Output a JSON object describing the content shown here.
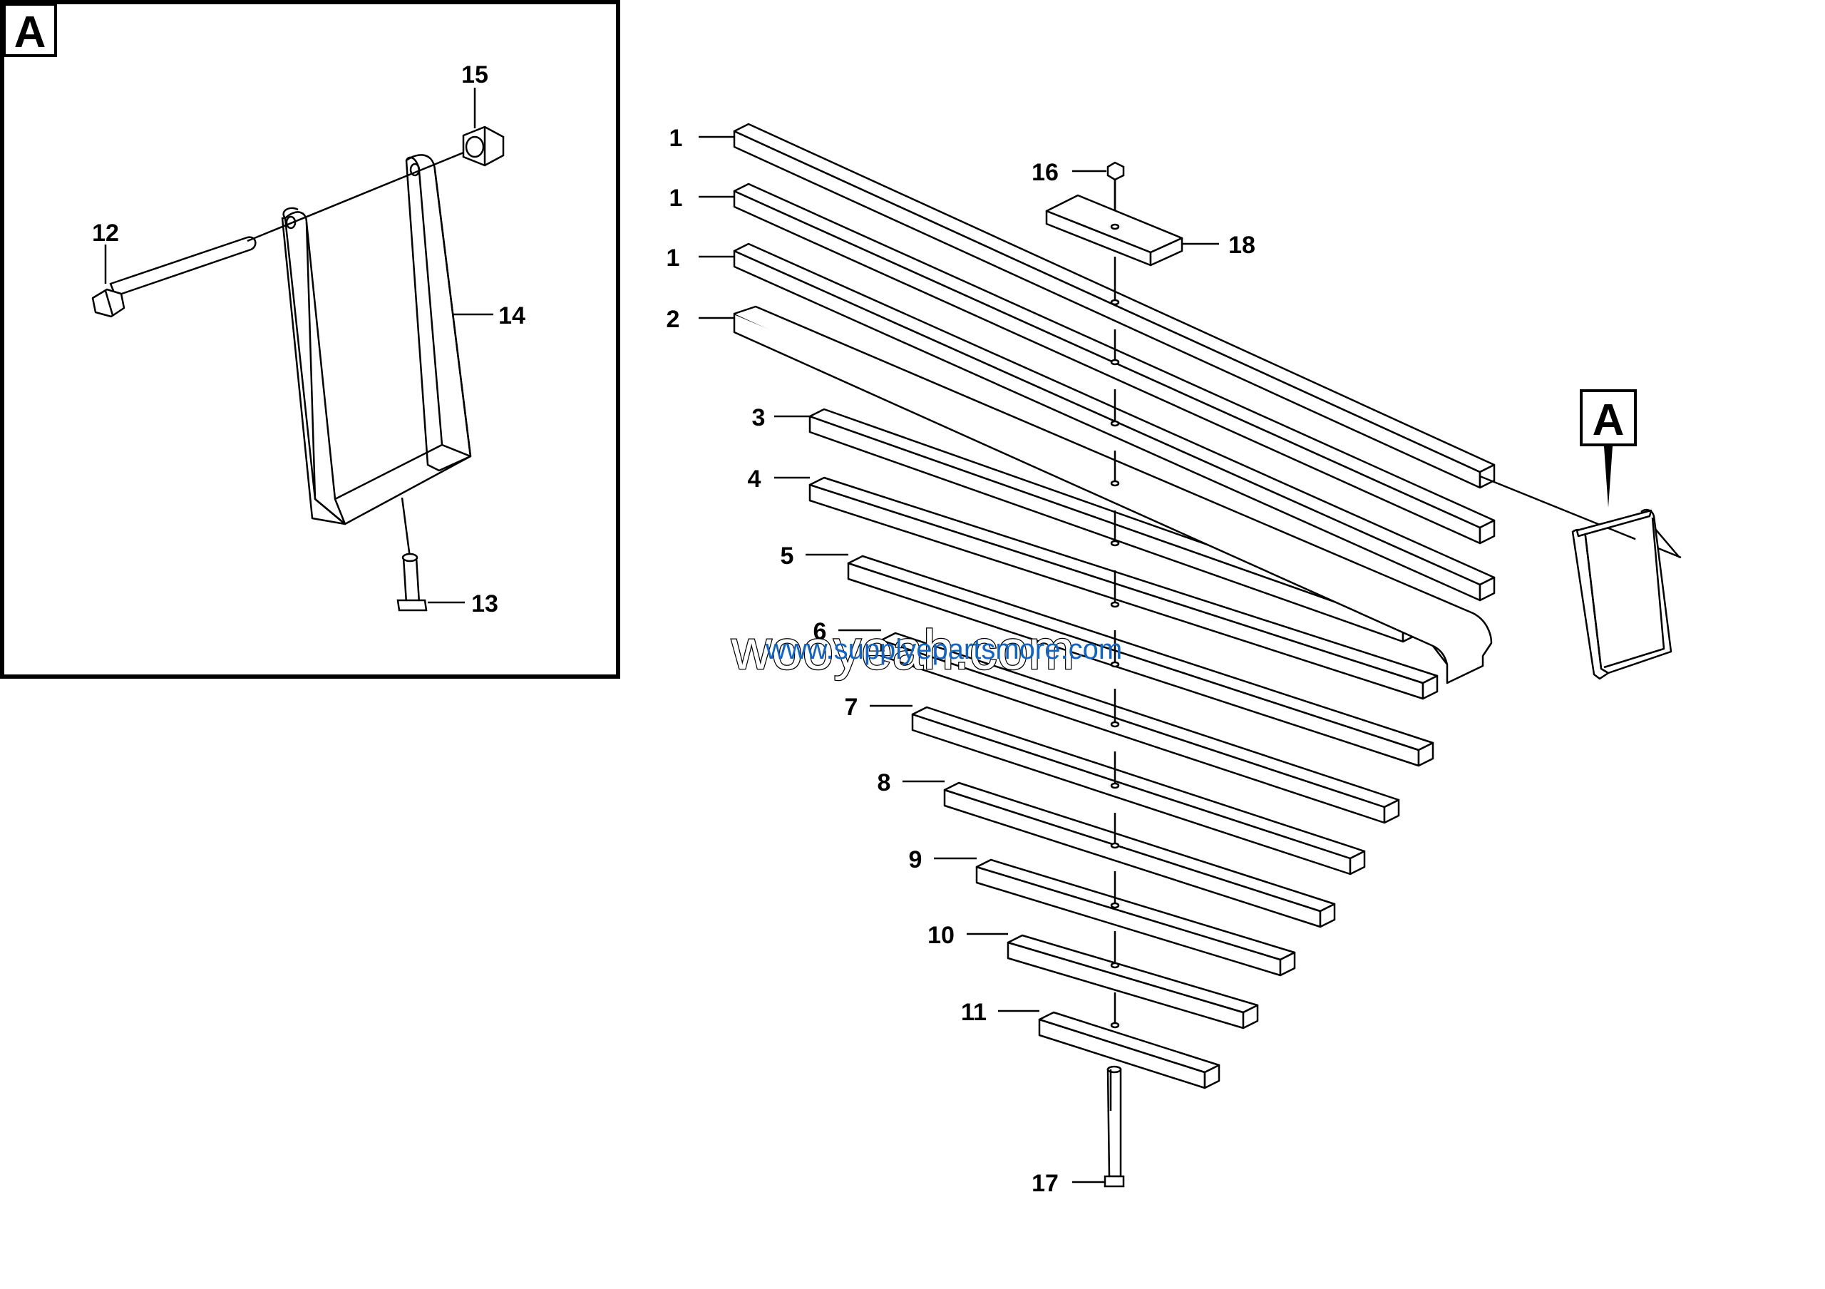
{
  "detail_badge": "A",
  "callout_badge": "A",
  "callouts": [
    {
      "id": "c1a",
      "text": "1"
    },
    {
      "id": "c1b",
      "text": "1"
    },
    {
      "id": "c1c",
      "text": "1"
    },
    {
      "id": "c2",
      "text": "2"
    },
    {
      "id": "c3",
      "text": "3"
    },
    {
      "id": "c4",
      "text": "4"
    },
    {
      "id": "c5",
      "text": "5"
    },
    {
      "id": "c6",
      "text": "6"
    },
    {
      "id": "c7",
      "text": "7"
    },
    {
      "id": "c8",
      "text": "8"
    },
    {
      "id": "c9",
      "text": "9"
    },
    {
      "id": "c10",
      "text": "10"
    },
    {
      "id": "c11",
      "text": "11"
    },
    {
      "id": "c12",
      "text": "12"
    },
    {
      "id": "c13",
      "text": "13"
    },
    {
      "id": "c14",
      "text": "14"
    },
    {
      "id": "c15",
      "text": "15"
    },
    {
      "id": "c16",
      "text": "16"
    },
    {
      "id": "c17",
      "text": "17"
    },
    {
      "id": "c18",
      "text": "18"
    }
  ],
  "watermark": {
    "brand": "wooyeah.com",
    "site": "www.supplyepartsmore.com"
  }
}
